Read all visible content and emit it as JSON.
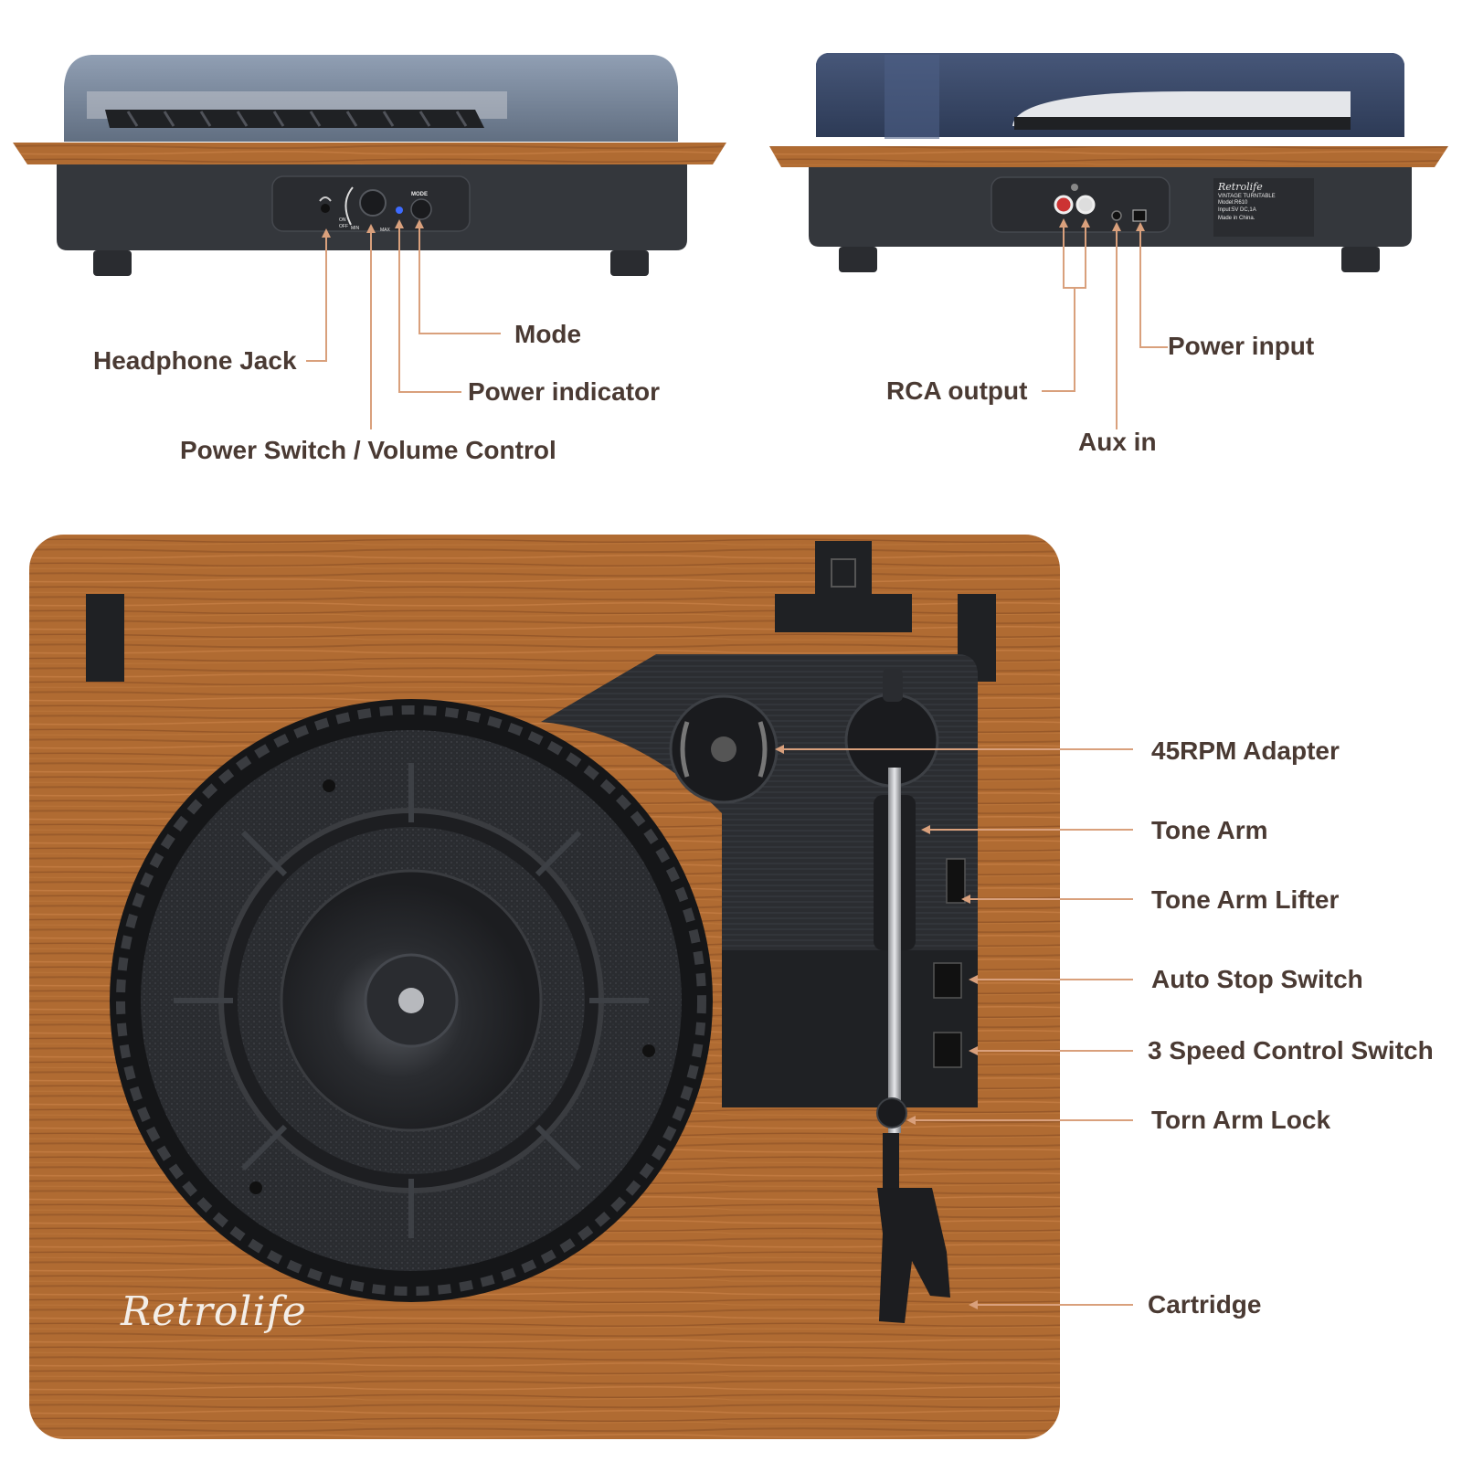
{
  "colors": {
    "wood": "#b06b32",
    "wood_dark": "#7a4420",
    "body": "#2f3237",
    "lid": "#5e6f86",
    "leader": "#d9a07c",
    "label_text": "#4a3a33",
    "indicator": "#3d6bff"
  },
  "front_view": {
    "callouts": {
      "headphone_jack": "Headphone Jack",
      "mode": "Mode",
      "power_indicator": "Power indicator",
      "power_switch_volume": "Power Switch / Volume Control"
    },
    "panel_marks": {
      "mode": "MODE",
      "on": "ON",
      "off": "OFF",
      "min": "MIN",
      "max": "MAX"
    }
  },
  "rear_view": {
    "callouts": {
      "power_input": "Power input",
      "rca_output": "RCA output",
      "aux_in": "Aux in"
    },
    "rating_label": {
      "brand": "Retrolife",
      "line1": "VINTAGE TURNTABLE",
      "line2": "Model:R610",
      "line3": "Input:5V DC,1A",
      "line4": "Made in China."
    }
  },
  "top_view": {
    "brand_logo": "Retrolife",
    "callouts": {
      "adapter_45rpm": "45RPM Adapter",
      "tone_arm": "Tone Arm",
      "tone_arm_lifter": "Tone Arm Lifter",
      "auto_stop_switch": "Auto Stop Switch",
      "speed_control_switch": "3 Speed Control Switch",
      "arm_lock": "Torn Arm Lock",
      "cartridge": "Cartridge"
    }
  }
}
